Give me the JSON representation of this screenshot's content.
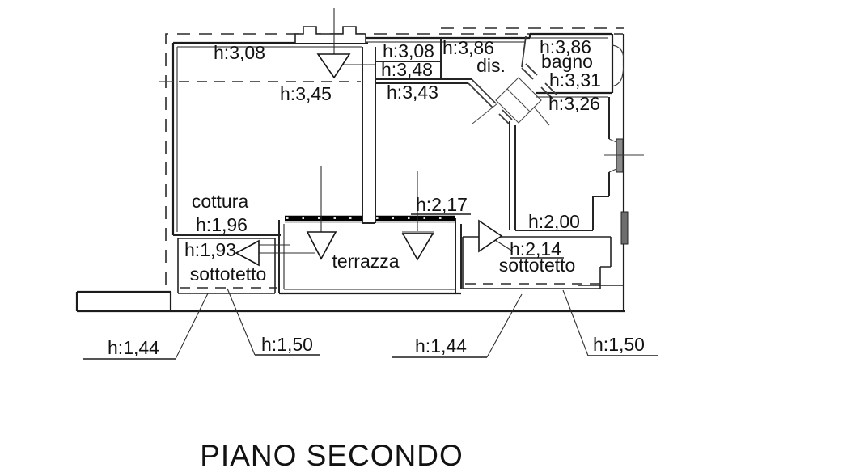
{
  "drawing": {
    "background": "#ffffff",
    "line_color": "#1c1c1c",
    "railing_color": "#000000",
    "window_fill": "#8a8a8a"
  },
  "title": "PIANO SECONDO",
  "labels": {
    "left_room_upper": "h:3,08",
    "left_room_lower": "h:3,45",
    "mid_band_upper": "h:3,08",
    "mid_band_lower": "h:3,48",
    "central_room": "h:3,43",
    "dis_height": "h:3,86",
    "dis_name": "dis.",
    "bagno_height_upper": "h:3,86",
    "bagno_name": "bagno",
    "bagno_height_lower": "h:3,31",
    "right_room_upper": "h:3,26",
    "right_room_lower": "h:2,00",
    "cottura_name": "cottura",
    "cottura_height": "h:1,96",
    "terrace_edge_height": "h:2,17",
    "terrace_name": "terrazza",
    "sottotetto_left_height": "h:1,93",
    "sottotetto_left_name": "sottotetto",
    "sottotetto_right_height": "h:2,14",
    "sottotetto_right_name": "sottotetto",
    "eave_left_outer": "h:1,44",
    "eave_left_inner": "h:1,50",
    "eave_right_inner": "h:1,44",
    "eave_right_outer": "h:1,50"
  }
}
